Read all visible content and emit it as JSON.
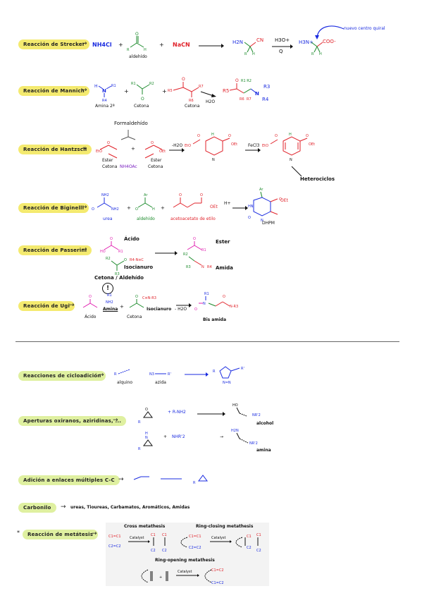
{
  "reactions_top": [
    {
      "label": "Reacción de Strecker"
    },
    {
      "label": "Reacción de Mannich"
    },
    {
      "label": "Reacción de Hantzsch"
    },
    {
      "label": "Reacción de Biginelli"
    },
    {
      "label": "Reacción de Passerini"
    },
    {
      "label": "Reacción de Ugi"
    }
  ],
  "strecker": {
    "nh4cl": "NH4Cl",
    "plus1": "+",
    "plus2": "+",
    "aldehyde_caption": "aldehído",
    "nacn": "NaCN",
    "product_left": "H2N",
    "product_cn": "CN",
    "conditions_top": "H3O+",
    "conditions_bottom": "Q",
    "final_left": "H3N+",
    "final_right": "COO-",
    "chiral_note": "nuevo centro quiral"
  },
  "mannich": {
    "amine_caption": "Amina 2ª",
    "ketone_caption": "Cetona",
    "ketone2_caption": "Cetona",
    "water": "H2O",
    "r5": "R5",
    "r3": "R3",
    "r4": "R4"
  },
  "hantzsch": {
    "formaldehyde": "Formaldehído",
    "ester_left": "Ester",
    "ketone_left": "Cetona",
    "nh4oac": "NH4OAc",
    "ester_right": "Ester",
    "ketone_right": "Cetona",
    "conditions": "-H2O",
    "reagent": "FeCl3",
    "heterocycle": "Heterociclos"
  },
  "biginelli": {
    "urea": "urea",
    "aldehyde": "aldehído",
    "acetoacetate": "acetoacetato de etilo",
    "h_plus": "H+",
    "product_label": "DHPM",
    "oet": "OEt"
  },
  "passerini": {
    "acid": "Ácido",
    "ester": "Ester",
    "isocyanide": "Isocianuro",
    "amide": "Amida",
    "ketone_aldehyde": "Cetona / Aldehído"
  },
  "ugi": {
    "acid": "Ácido",
    "amine": "Amina",
    "ketone": "Cetona",
    "isocyanide": "Isocianuro",
    "bis_amide": "Bis amida",
    "water": "- H2O"
  },
  "reactions_bottom": [
    {
      "label": "Reacciones de cicloadición"
    },
    {
      "label": "Aperturas oxiranos, aziridinas, ..."
    },
    {
      "label": "Adición a enlaces múltiples C-C"
    }
  ],
  "cycloaddition": {
    "alkyne": "alquino",
    "azide": "azida"
  },
  "opening": {
    "alcohol": "alcohol",
    "amine": "amina",
    "nhr": "NHR'2"
  },
  "carbonyl": {
    "label": "Carbonilo",
    "list": "ureas, Tioureas, Carbamatos, Aromáticos, Amidas"
  },
  "metathesis": {
    "label": "Reacción de metátesis",
    "cross": "Cross metathesis",
    "ring_closing": "Ring-closing metathesis",
    "ring_opening": "Ring-opening metathesis",
    "catalyst": "Catalyst",
    "star": "*"
  }
}
